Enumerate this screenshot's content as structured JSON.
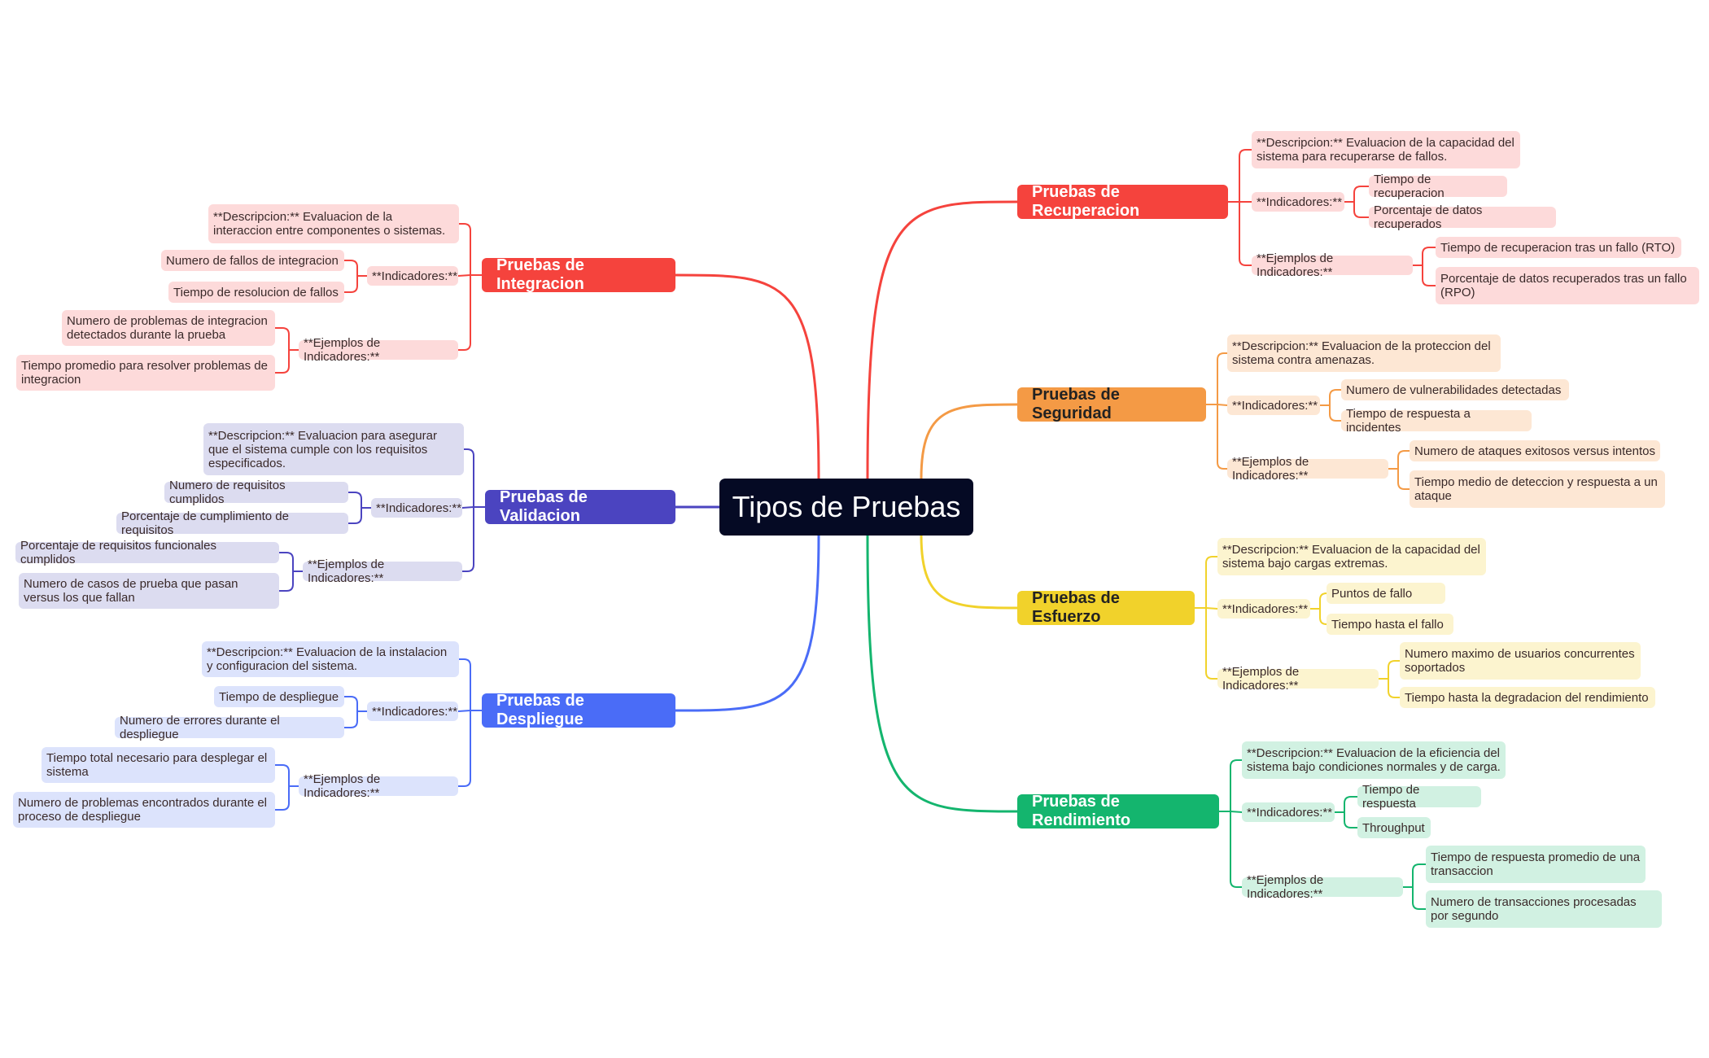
{
  "root": {
    "label": "Tipos de Pruebas"
  },
  "colors": {
    "root_bg": "#050a24",
    "integracion": "#f5433d",
    "integracion_light": "#fddada",
    "validacion": "#4b44c0",
    "validacion_light": "#dcdcf0",
    "despliegue": "#4a6cf7",
    "despliegue_light": "#dce3fc",
    "recuperacion": "#f5433d",
    "recuperacion_light": "#fddada",
    "seguridad": "#f49a45",
    "seguridad_light": "#fde7d4",
    "esfuerzo": "#f1d22b",
    "esfuerzo_light": "#fcf4cf",
    "rendimiento": "#14b56e",
    "rendimiento_light": "#d1f1e2"
  },
  "branches": {
    "integracion": {
      "label": "Pruebas de Integracion",
      "descripcion": "**Descripcion:** Evaluacion de la interaccion entre componentes o sistemas.",
      "indicadores_label": "**Indicadores:**",
      "indicadores": [
        "Numero de fallos de integracion",
        "Tiempo de resolucion de fallos"
      ],
      "ejemplos_label": "**Ejemplos de Indicadores:**",
      "ejemplos": [
        "Numero de problemas de integracion detectados durante la prueba",
        "Tiempo promedio para resolver problemas de integracion"
      ]
    },
    "validacion": {
      "label": "Pruebas de Validacion",
      "descripcion": "**Descripcion:** Evaluacion para asegurar que el sistema cumple con los requisitos especificados.",
      "indicadores_label": "**Indicadores:**",
      "indicadores": [
        "Numero de requisitos cumplidos",
        "Porcentaje de cumplimiento de requisitos"
      ],
      "ejemplos_label": "**Ejemplos de Indicadores:**",
      "ejemplos": [
        "Porcentaje de requisitos funcionales cumplidos",
        "Numero de casos de prueba que pasan versus los que fallan"
      ]
    },
    "despliegue": {
      "label": "Pruebas de Despliegue",
      "descripcion": "**Descripcion:** Evaluacion de la instalacion y configuracion del sistema.",
      "indicadores_label": "**Indicadores:**",
      "indicadores": [
        "Tiempo de despliegue",
        "Numero de errores durante el despliegue"
      ],
      "ejemplos_label": "**Ejemplos de Indicadores:**",
      "ejemplos": [
        "Tiempo total necesario para desplegar el sistema",
        "Numero de problemas encontrados durante el proceso de despliegue"
      ]
    },
    "recuperacion": {
      "label": "Pruebas de Recuperacion",
      "descripcion": "**Descripcion:** Evaluacion de la capacidad del sistema para recuperarse de fallos.",
      "indicadores_label": "**Indicadores:**",
      "indicadores": [
        "Tiempo de recuperacion",
        "Porcentaje de datos recuperados"
      ],
      "ejemplos_label": "**Ejemplos de Indicadores:**",
      "ejemplos": [
        "Tiempo de recuperacion tras un fallo (RTO)",
        "Porcentaje de datos recuperados tras un fallo (RPO)"
      ]
    },
    "seguridad": {
      "label": "Pruebas de Seguridad",
      "descripcion": "**Descripcion:** Evaluacion de la proteccion del sistema contra amenazas.",
      "indicadores_label": "**Indicadores:**",
      "indicadores": [
        "Numero de vulnerabilidades detectadas",
        "Tiempo de respuesta a incidentes"
      ],
      "ejemplos_label": "**Ejemplos de Indicadores:**",
      "ejemplos": [
        "Numero de ataques exitosos versus intentos",
        "Tiempo medio de deteccion y respuesta a un ataque"
      ]
    },
    "esfuerzo": {
      "label": "Pruebas de Esfuerzo",
      "descripcion": "**Descripcion:** Evaluacion de la capacidad del sistema bajo cargas extremas.",
      "indicadores_label": "**Indicadores:**",
      "indicadores": [
        "Puntos de fallo",
        "Tiempo hasta el fallo"
      ],
      "ejemplos_label": "**Ejemplos de Indicadores:**",
      "ejemplos": [
        "Numero maximo de usuarios concurrentes soportados",
        "Tiempo hasta la degradacion del rendimiento"
      ]
    },
    "rendimiento": {
      "label": "Pruebas de Rendimiento",
      "descripcion": "**Descripcion:** Evaluacion de la eficiencia del sistema bajo condiciones normales y de carga.",
      "indicadores_label": "**Indicadores:**",
      "indicadores": [
        "Tiempo de respuesta",
        "Throughput"
      ],
      "ejemplos_label": "**Ejemplos de Indicadores:**",
      "ejemplos": [
        "Tiempo de respuesta promedio de una transaccion",
        "Numero de transacciones procesadas por segundo"
      ]
    }
  }
}
